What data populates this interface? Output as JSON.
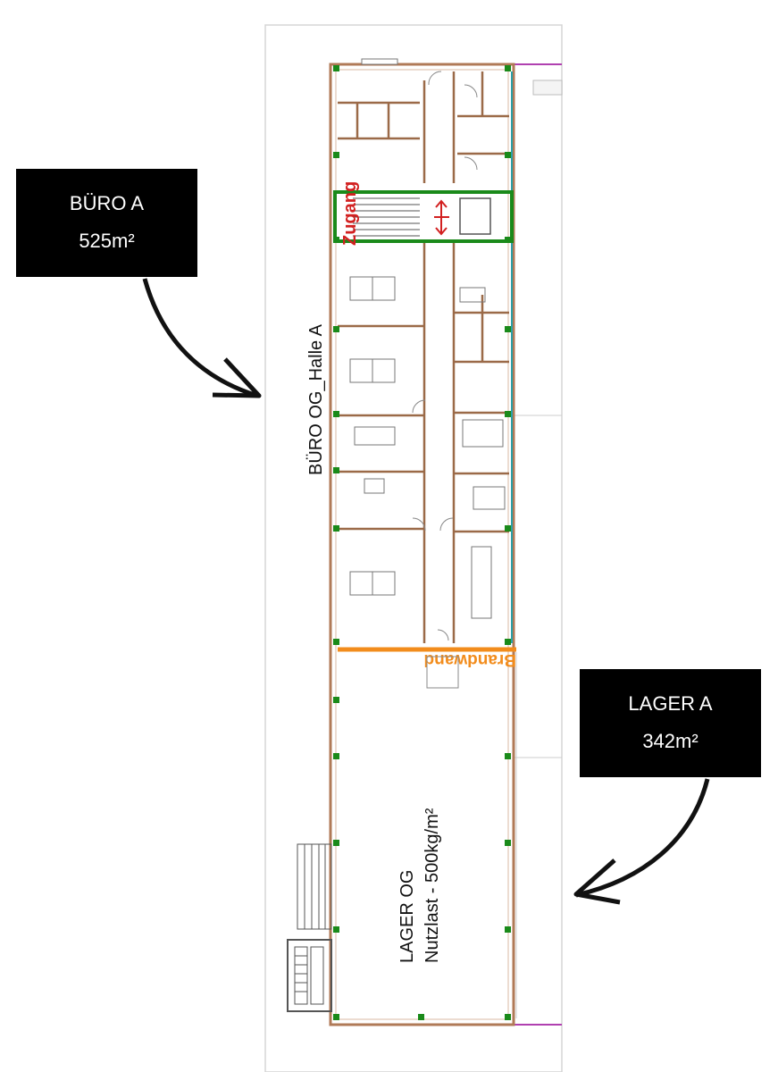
{
  "callouts": {
    "buero": {
      "name": "BÜRO A",
      "area": "525m²"
    },
    "lager": {
      "name": "LAGER A",
      "area": "342m²"
    }
  },
  "plan": {
    "office_label": "BÜRO OG_Halle A",
    "access_label": "Zugang",
    "firewall_label": "Brandwand",
    "storage_label": "LAGER OG",
    "load_label": "Nutzlast - 500kg/m²"
  },
  "colors": {
    "callout_bg": "#000000",
    "callout_text": "#ffffff",
    "wall": "#9b6a48",
    "outer_wall": "#b07a57",
    "column": "#1a8a1a",
    "access": "#d22020",
    "firewall": "#f28c1c",
    "accent_line": "#b040b0",
    "window_line": "#2aa0a8",
    "arrow": "#111111"
  }
}
